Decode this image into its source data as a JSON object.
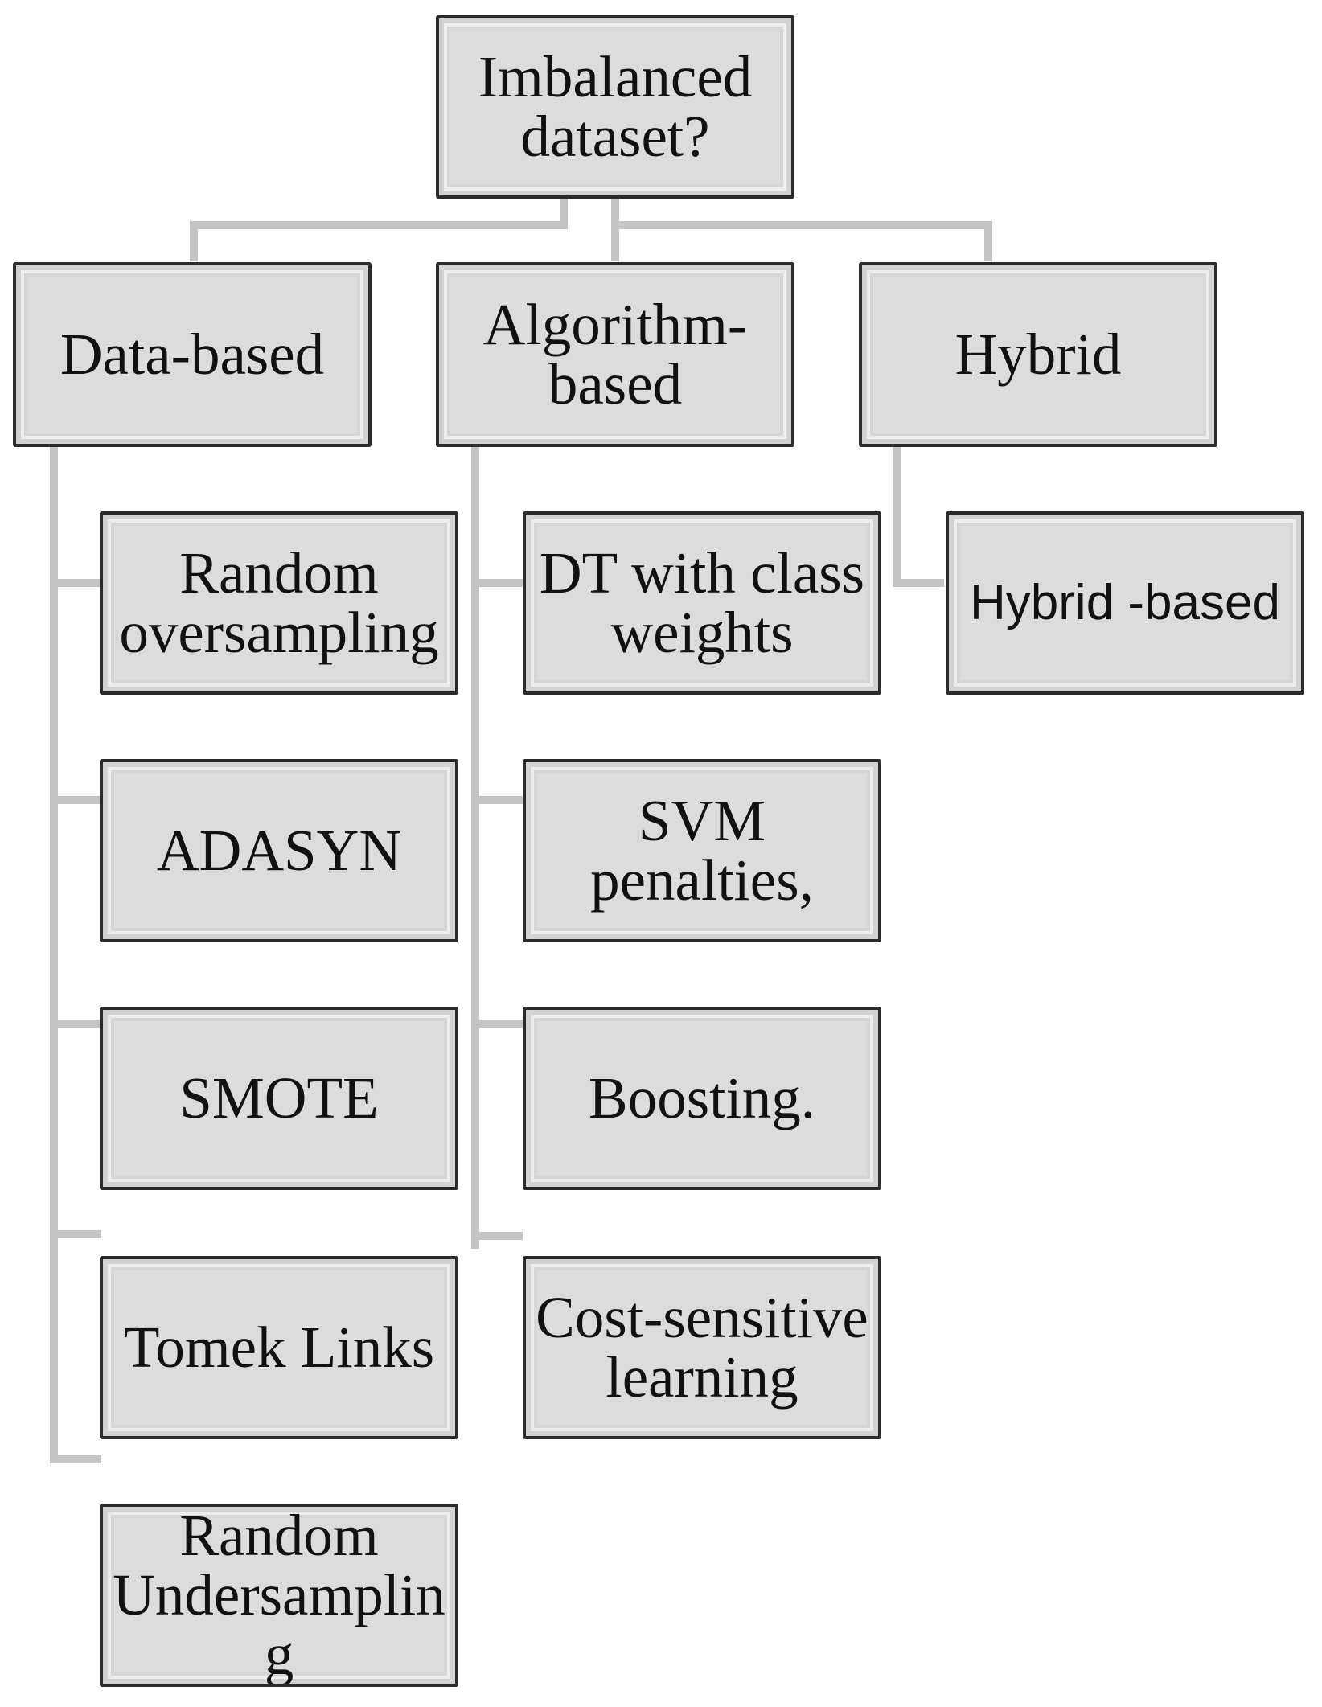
{
  "diagram": {
    "root": {
      "label": "Imbalanced\ndataset?"
    },
    "categories": [
      {
        "label": "Data-based",
        "children": [
          "Random\noversampling",
          "ADASYN",
          "SMOTE",
          "Tomek Links",
          "Random\nUndersamplin\ng"
        ]
      },
      {
        "label": "Algorithm-\nbased",
        "children": [
          "DT with class\nweights",
          "SVM\npenalties,",
          "Boosting.",
          "Cost-sensitive\nlearning"
        ]
      },
      {
        "label": "Hybrid",
        "children": [
          "Hybrid -based"
        ]
      }
    ]
  }
}
